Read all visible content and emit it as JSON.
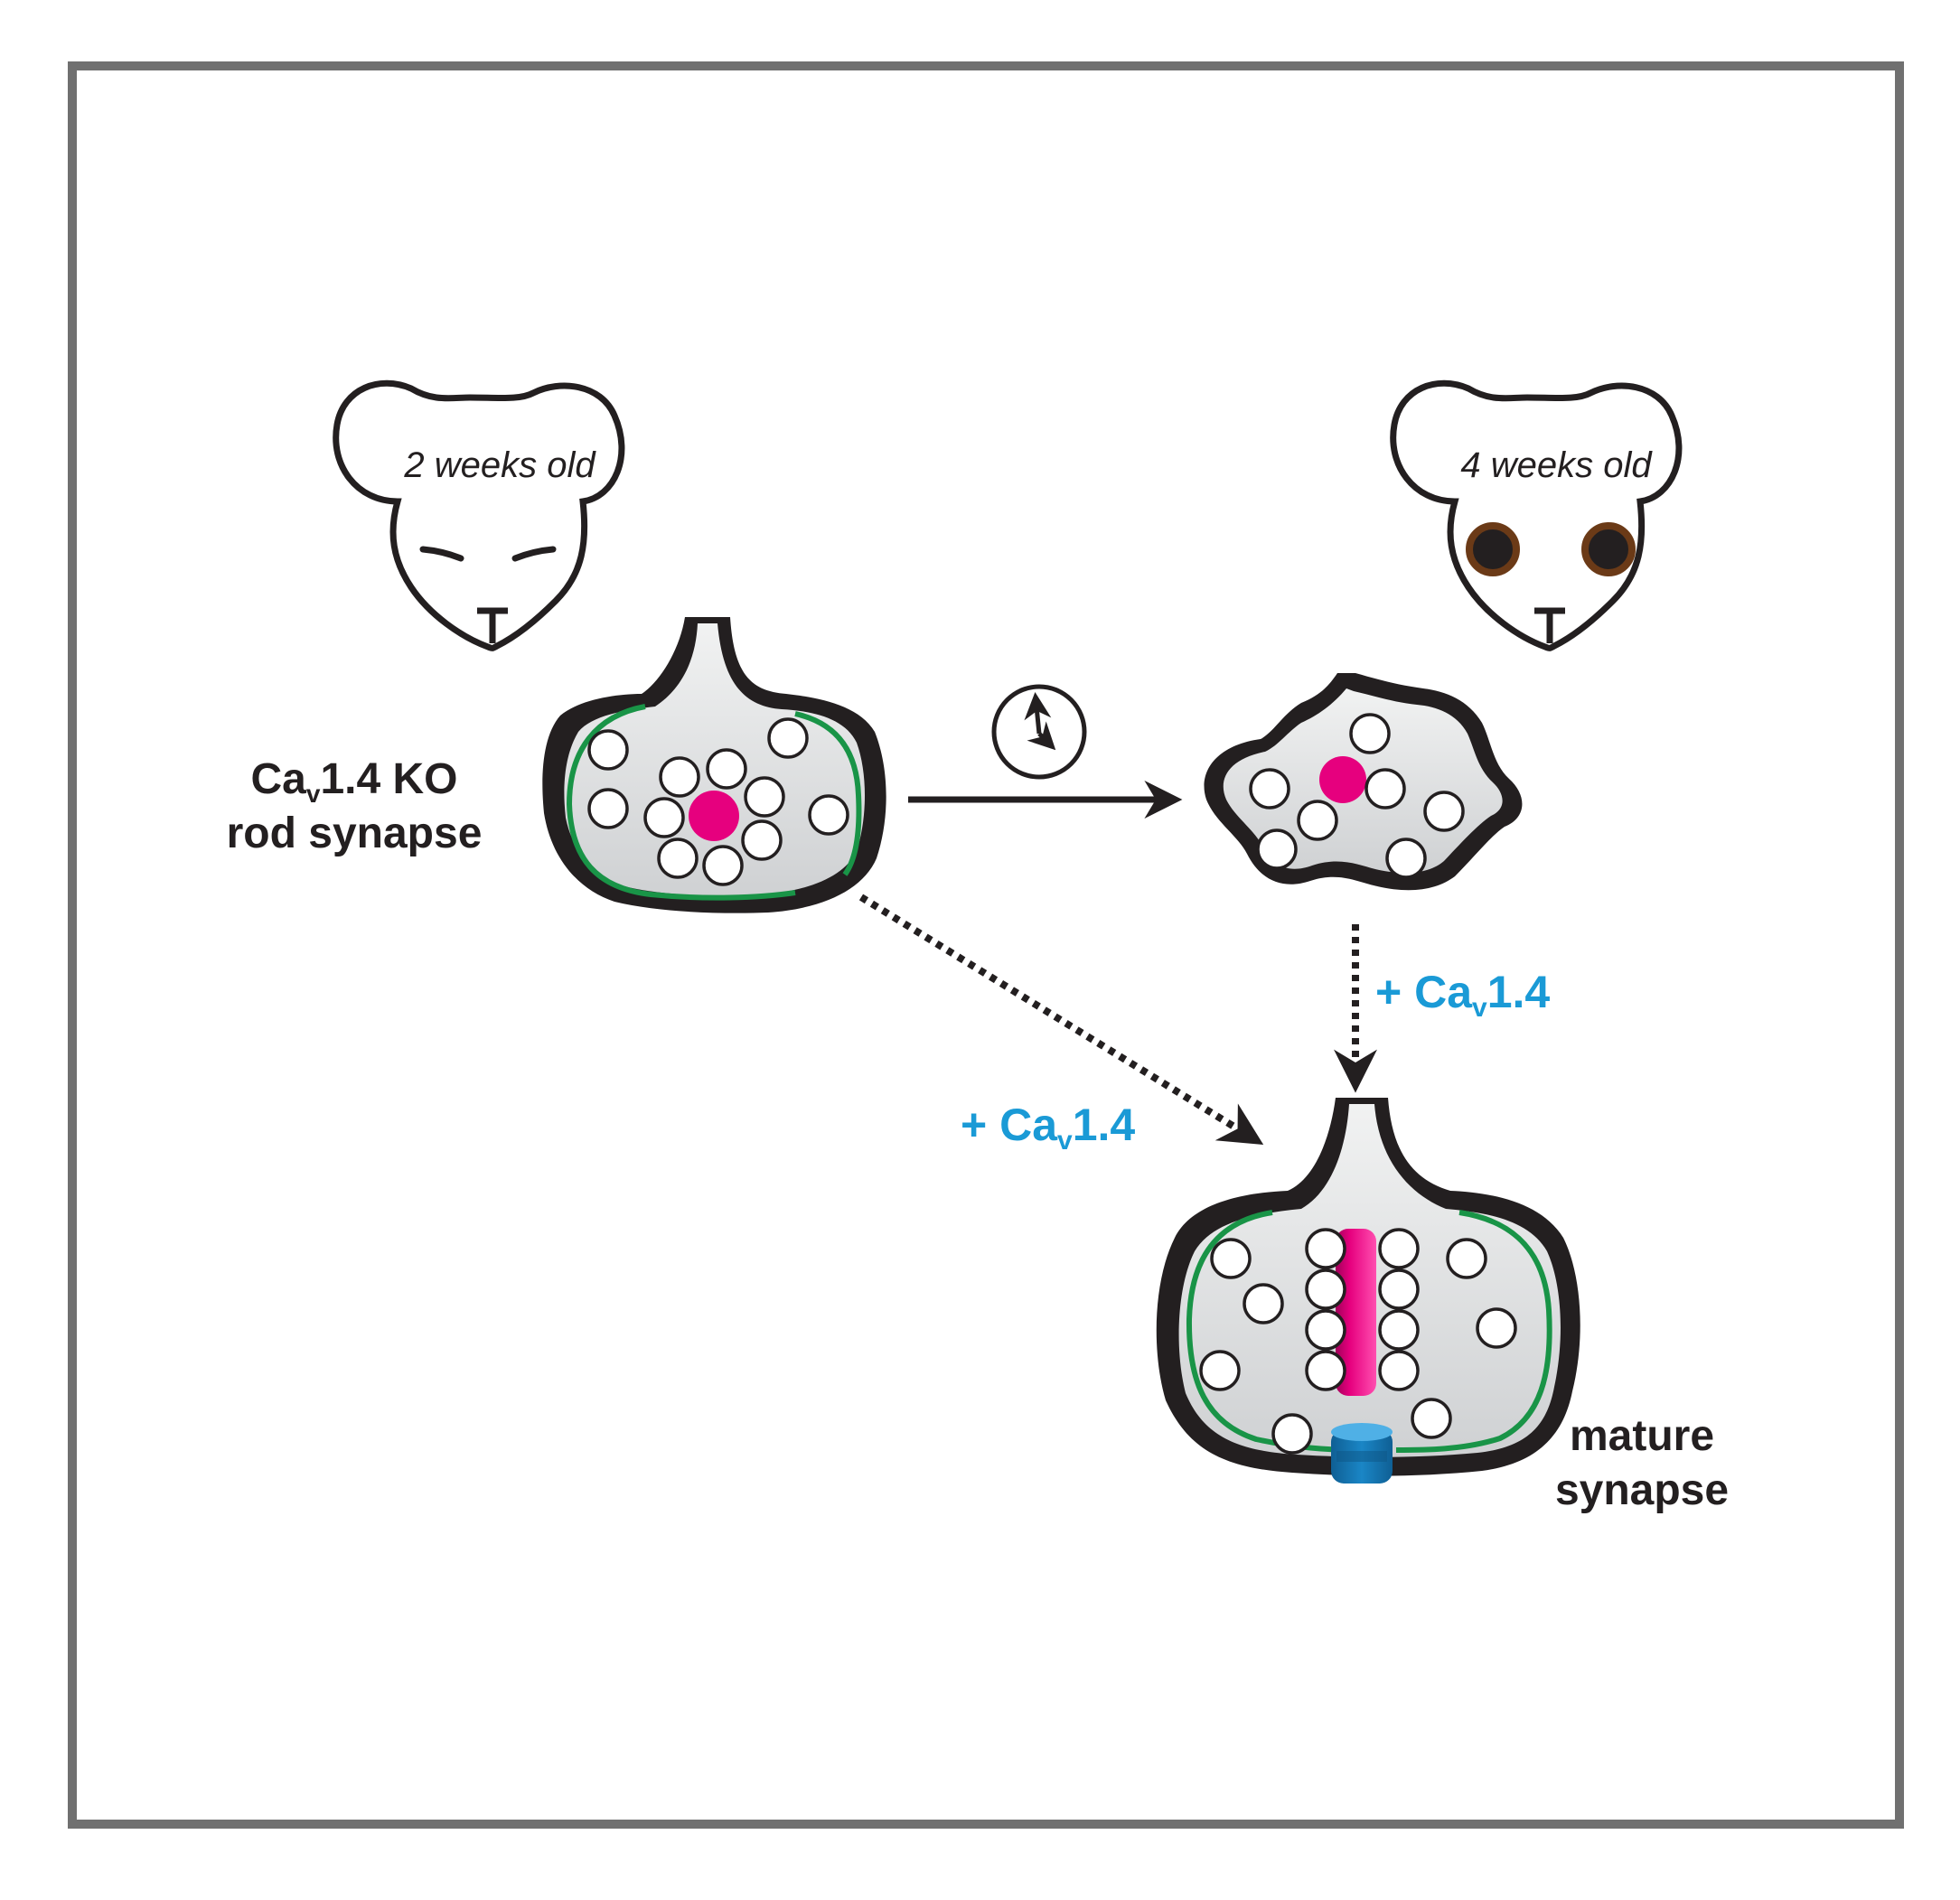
{
  "mouse_young": {
    "age_label": "2 weeks old",
    "eyes": "closed"
  },
  "mouse_old": {
    "age_label": "4 weeks old",
    "eyes": "open"
  },
  "ko_synapse": {
    "label_line1_main": "Ca",
    "label_line1_sub": "v",
    "label_line1_rest": "1.4 KO",
    "label_line2": "rod synapse"
  },
  "mature_synapse": {
    "label_line1": "mature",
    "label_line2": "synapse"
  },
  "rescue_label": {
    "prefix": "+ Ca",
    "sub": "v",
    "suffix": "1.4"
  },
  "icons": {
    "time": "clock-icon",
    "channel": "calcium-channel-icon"
  },
  "colors": {
    "frame": "#707070",
    "membrane": "#231f20",
    "cytoplasm": "#e4e5e6",
    "active_zone": "#199447",
    "ribbon": "#e6007e",
    "channel": "#1a86c6",
    "rescue_text": "#1a9ad6",
    "mouse_eye": "#6b3a17"
  }
}
